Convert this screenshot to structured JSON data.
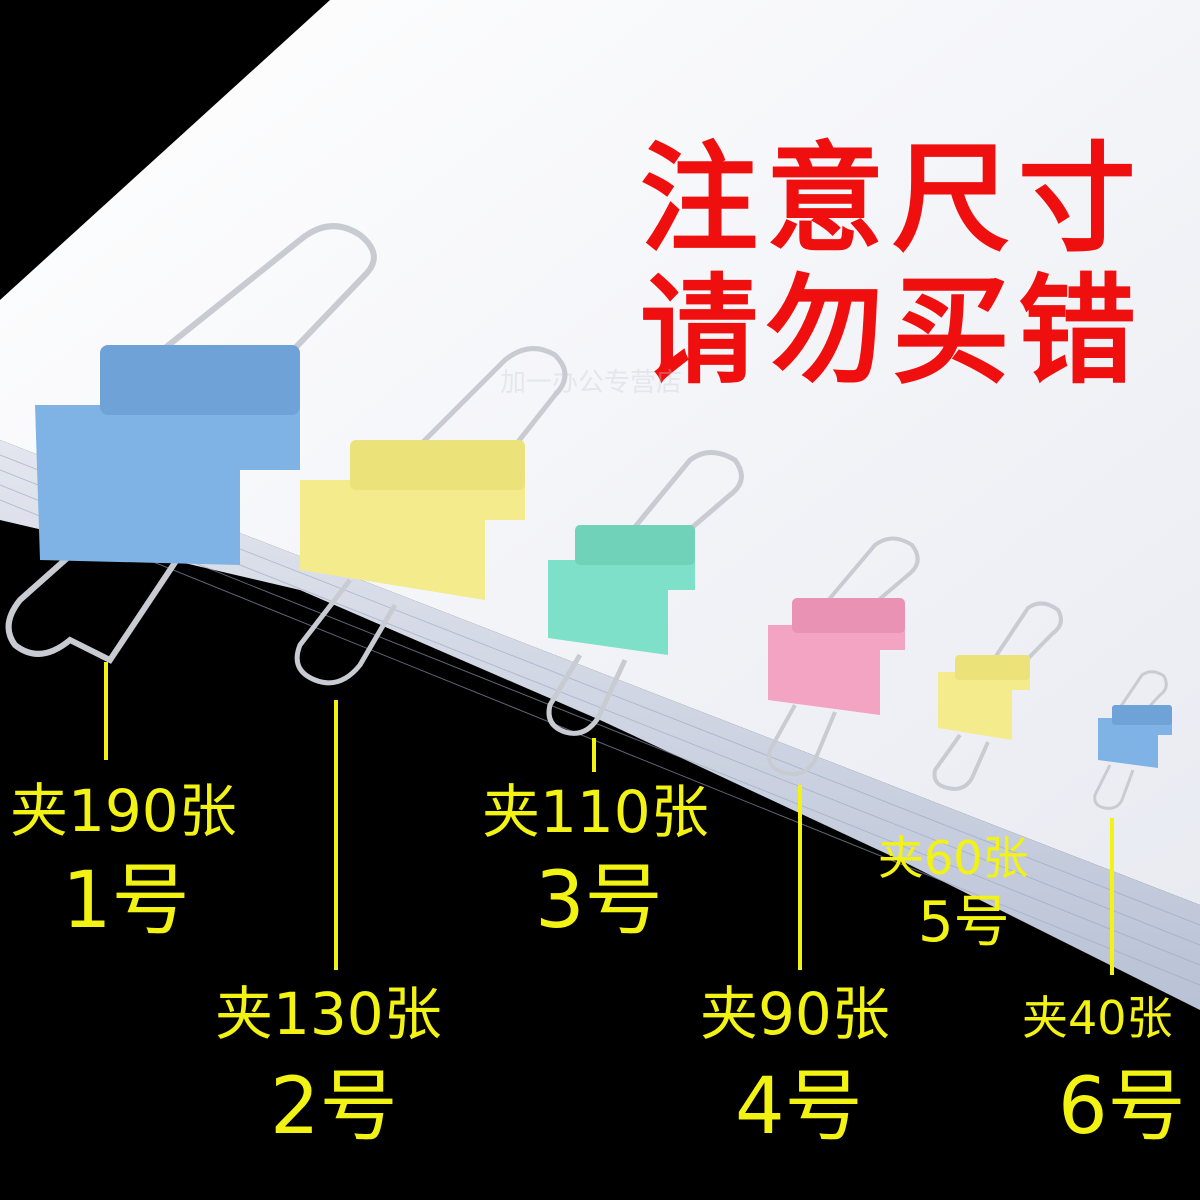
{
  "headline": {
    "line1": "注意尺寸",
    "line2": "请勿买错"
  },
  "watermark": "加一办公专营店",
  "colors": {
    "background": "#000000",
    "paper": "#f4f5fa",
    "headline": "#f00f0f",
    "label": "#f2f213",
    "clip_blue": "#7fb3e6",
    "clip_yellow": "#f3eb8c",
    "clip_teal": "#7ee0c8",
    "clip_pink": "#f2a4c2",
    "wire": "#c8ccd2"
  },
  "clips": [
    {
      "id": "1",
      "capacity_text": "夹190张",
      "size_text": "1号",
      "color": "blue"
    },
    {
      "id": "2",
      "capacity_text": "夹130张",
      "size_text": "2号",
      "color": "yellow"
    },
    {
      "id": "3",
      "capacity_text": "夹110张",
      "size_text": "3号",
      "color": "teal"
    },
    {
      "id": "4",
      "capacity_text": "夹90张",
      "size_text": "4号",
      "color": "pink"
    },
    {
      "id": "5",
      "capacity_text": "夹60张",
      "size_text": "5号",
      "color": "yellow"
    },
    {
      "id": "6",
      "capacity_text": "夹40张",
      "size_text": "6号",
      "color": "blue"
    }
  ]
}
